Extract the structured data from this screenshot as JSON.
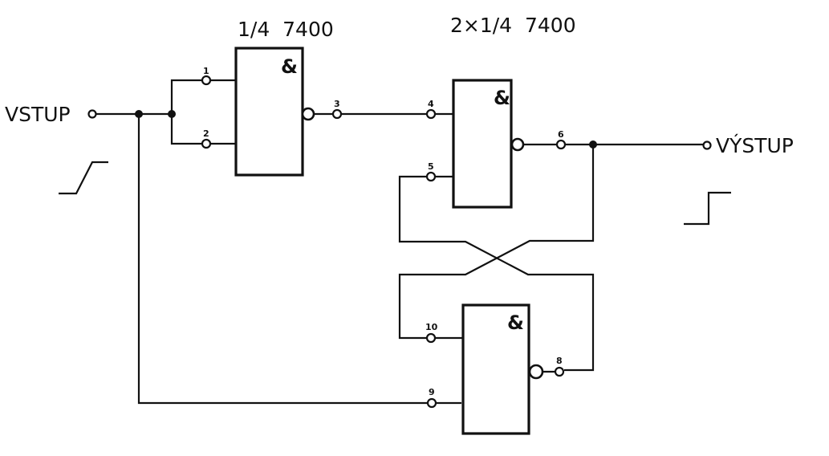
{
  "diagram": {
    "input_label": "VSTUP",
    "output_label": "VÝSTUP",
    "gate1_title": "1/4  7400",
    "gate23_title": "2×1/4  7400",
    "gate_symbol": "&",
    "gates": [
      {
        "id": "G1",
        "type": "NAND",
        "inputs": [
          "1",
          "2"
        ],
        "output": "3"
      },
      {
        "id": "G2",
        "type": "NAND",
        "inputs": [
          "4",
          "5"
        ],
        "output": "6"
      },
      {
        "id": "G3",
        "type": "NAND",
        "inputs": [
          "10",
          "9"
        ],
        "output": "8"
      }
    ],
    "pins": {
      "p1": "1",
      "p2": "2",
      "p3": "3",
      "p4": "4",
      "p5": "5",
      "p6": "6",
      "p8": "8",
      "p9": "9",
      "p10": "10"
    },
    "input_waveform": "slow-rising-edge",
    "output_waveform": "sharp-rising-edge",
    "connections": [
      "VSTUP -> pin1, pin2, pin9",
      "pin3 -> pin4",
      "pin6 -> VÝSTUP, pin10",
      "pin8 -> pin5"
    ]
  }
}
